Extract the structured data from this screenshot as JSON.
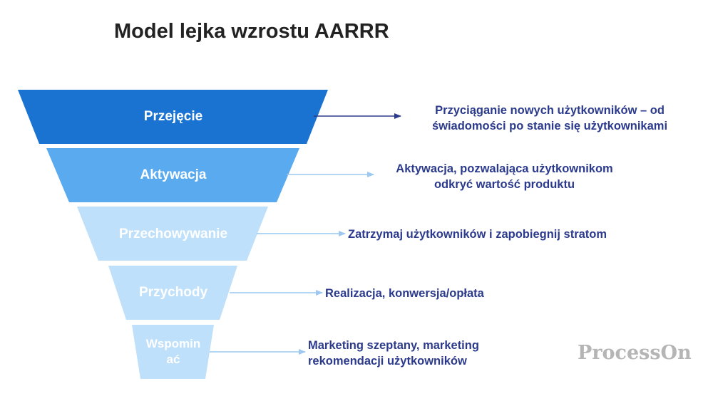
{
  "title": "Model lejka wzrostu AARRR",
  "colors": {
    "stage1": "#1a72d1",
    "stage2": "#5aaaf0",
    "stage3": "#bfe0fa",
    "stage4": "#bfe0fa",
    "stage5": "#bfe0fa",
    "arrow_dark": "#2b3a8c",
    "arrow_light": "#9cc8f2",
    "desc_text": "#2b3a8c"
  },
  "stages": [
    {
      "label": "Przejęcie",
      "description_lines": [
        "Przyciąganie nowych użytkowników – od",
        "świadomości po stanie się użytkownikami"
      ]
    },
    {
      "label": "Aktywacja",
      "description_lines": [
        "Aktywacja, pozwalająca użytkownikom",
        "odkryć wartość produktu"
      ]
    },
    {
      "label": "Przechowywanie",
      "description_lines": [
        "Zatrzymaj użytkowników i zapobiegnij stratom"
      ]
    },
    {
      "label": "Przychody",
      "description_lines": [
        "Realizacja, konwersja/opłata"
      ]
    },
    {
      "label_lines": [
        "Wspomin",
        "ać"
      ],
      "description_lines": [
        "Marketing szeptany, marketing",
        "rekomendacji użytkowników"
      ]
    }
  ],
  "watermark": "ProcessOn"
}
